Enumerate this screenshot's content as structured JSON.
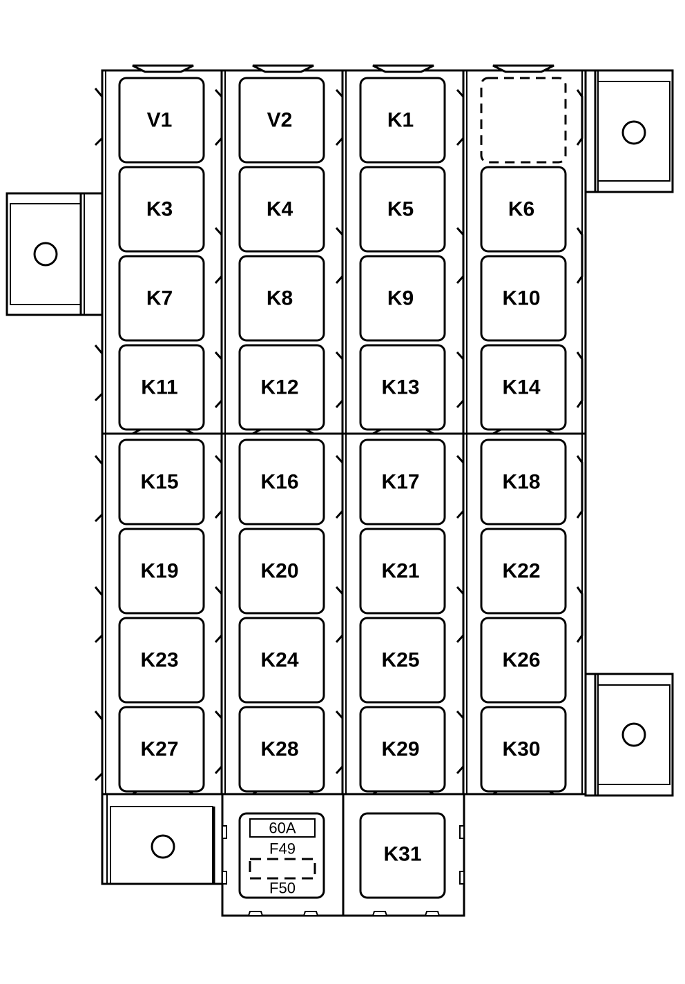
{
  "relays": [
    [
      "V1",
      "V2",
      "K1",
      ""
    ],
    [
      "K3",
      "K4",
      "K5",
      "K6"
    ],
    [
      "K7",
      "K8",
      "K9",
      "K10"
    ],
    [
      "K11",
      "K12",
      "K13",
      "K14"
    ],
    [
      "K15",
      "K16",
      "K17",
      "K18"
    ],
    [
      "K19",
      "K20",
      "K21",
      "K22"
    ],
    [
      "K23",
      "K24",
      "K25",
      "K26"
    ],
    [
      "K27",
      "K28",
      "K29",
      "K30"
    ]
  ],
  "fuse_block": {
    "rating": "60A",
    "fuse_a": "F49",
    "fuse_b": "F50"
  },
  "bottom_relay": "K31"
}
